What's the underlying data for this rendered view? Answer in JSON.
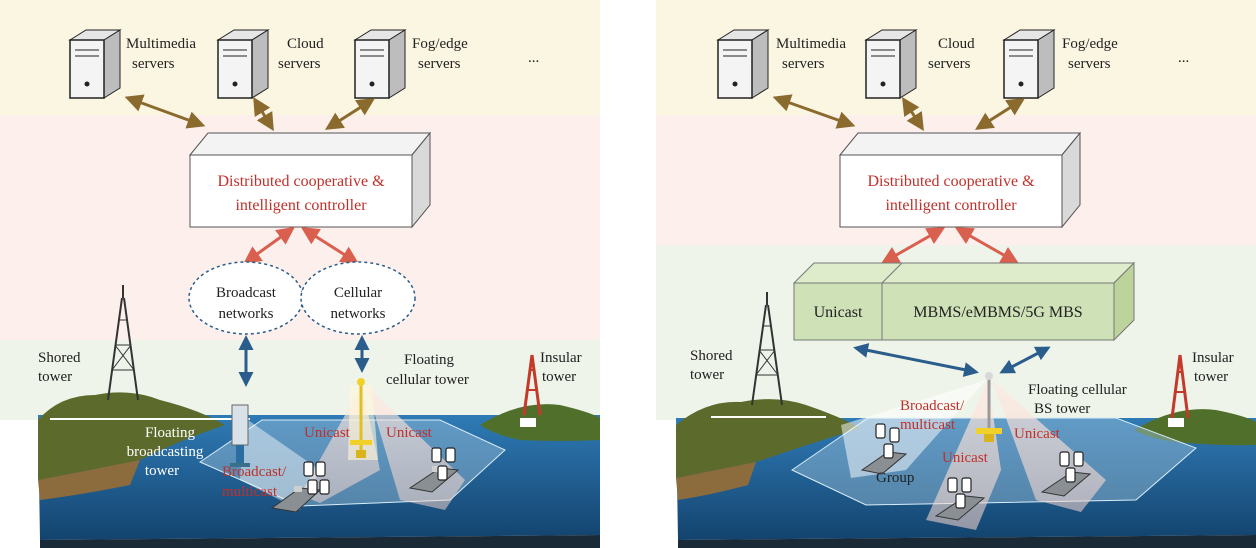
{
  "left": {
    "servers": [
      {
        "line1": "Multimedia",
        "line2": "servers"
      },
      {
        "line1": "Cloud",
        "line2": "servers"
      },
      {
        "line1": "Fog/edge",
        "line2": "servers"
      }
    ],
    "ellipsis": "...",
    "controller": {
      "line1": "Distributed  cooperative &",
      "line2": "intelligent controller"
    },
    "broadcast_net": {
      "line1": "Broadcast",
      "line2": "networks"
    },
    "cellular_net": {
      "line1": "Cellular",
      "line2": "networks"
    },
    "shored_tower": {
      "line1": "Shored",
      "line2": "tower"
    },
    "insular_tower": {
      "line1": "Insular",
      "line2": "tower"
    },
    "floating_cellular": {
      "line1": "Floating",
      "line2": "cellular tower"
    },
    "floating_broadcasting": {
      "line1": "Floating",
      "line2": "broadcasting",
      "line3": "tower"
    },
    "unicast_a": "Unicast",
    "unicast_b": "Unicast",
    "bm": {
      "line1": "Broadcast/",
      "line2": "multicast"
    }
  },
  "right": {
    "servers": [
      {
        "line1": "Multimedia",
        "line2": "servers"
      },
      {
        "line1": "Cloud",
        "line2": "servers"
      },
      {
        "line1": "Fog/edge",
        "line2": "servers"
      }
    ],
    "ellipsis": "...",
    "controller": {
      "line1": "Distributed cooperative &",
      "line2": "intelligent controller"
    },
    "unicast_box": "Unicast",
    "mbms_box": "MBMS/eMBMS/5G MBS",
    "shored_tower": {
      "line1": "Shored",
      "line2": "tower"
    },
    "insular_tower": {
      "line1": "Insular",
      "line2": "tower"
    },
    "floating_bs": {
      "line1": "Floating cellular",
      "line2": "BS tower"
    },
    "bm": {
      "line1": "Broadcast/",
      "line2": "multicast"
    },
    "unicast_a": "Unicast",
    "unicast_b": "Unicast",
    "group": "Group"
  },
  "colors": {
    "server_band": "#fbf6e2",
    "controller_band": "#fdf0ec",
    "green_band": "#eef4ea",
    "red_arrow": "#d9604e",
    "brown_arrow": "#8b6a2e",
    "blue_arrow": "#2a5d8c",
    "sea": "#2e6fa3",
    "label_red": "#c0302a"
  }
}
